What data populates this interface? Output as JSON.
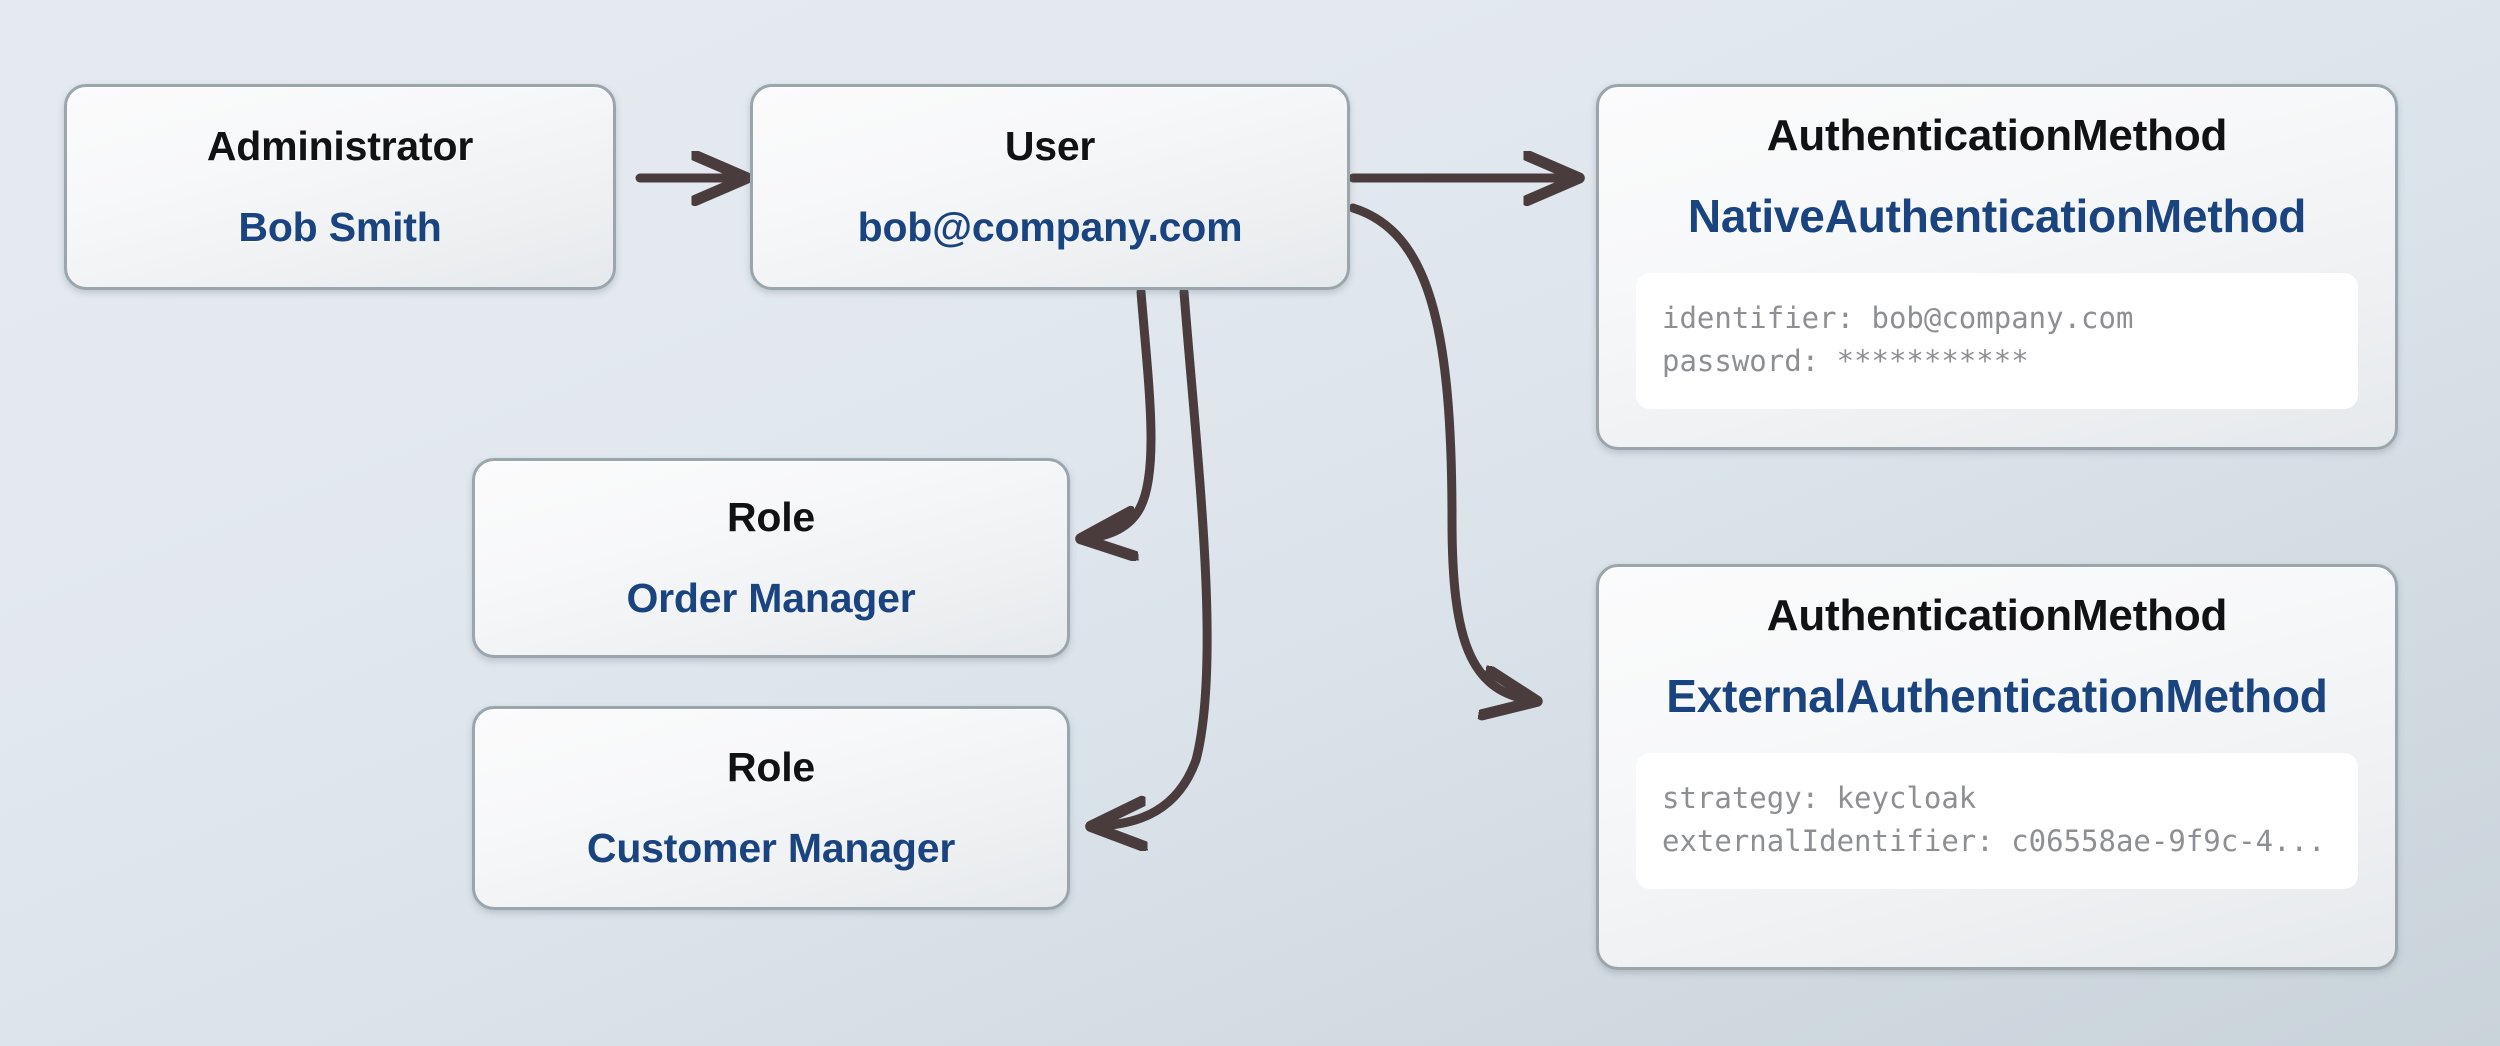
{
  "colors": {
    "background_top": "#e5eaf0",
    "background_bottom": "#c9d3da",
    "node_border": "#9aa5ac",
    "node_type_text": "#101214",
    "node_name_text": "#1a4480",
    "edge_stroke": "#4a3c3c",
    "property_text": "#8d8f92",
    "property_card": "#ffffff"
  },
  "diagram": {
    "type": "entity-relationship",
    "nodes": [
      {
        "id": "administrator",
        "entity_type": "Administrator",
        "name": "Bob Smith"
      },
      {
        "id": "user",
        "entity_type": "User",
        "name": "bob@company.com"
      },
      {
        "id": "role-order",
        "entity_type": "Role",
        "name": "Order Manager"
      },
      {
        "id": "role-customer",
        "entity_type": "Role",
        "name": "Customer Manager"
      },
      {
        "id": "auth-native",
        "entity_type": "AuthenticationMethod",
        "name": "NativeAuthenticationMethod",
        "properties": [
          "identifier: bob@company.com",
          "password: ***********"
        ]
      },
      {
        "id": "auth-external",
        "entity_type": "AuthenticationMethod",
        "name": "ExternalAuthenticationMethod",
        "properties": [
          "strategy: keycloak",
          "externalIdentifier: c06558ae-9f9c-4..."
        ]
      }
    ],
    "edges": [
      {
        "id": "administrator-to-user",
        "from": "administrator",
        "to": "user",
        "shape": "straight"
      },
      {
        "id": "user-to-auth-native",
        "from": "user",
        "to": "auth-native",
        "shape": "straight"
      },
      {
        "id": "user-to-auth-external",
        "from": "user",
        "to": "auth-external",
        "shape": "curved"
      },
      {
        "id": "user-to-role-order",
        "from": "user",
        "to": "role-order",
        "shape": "curved"
      },
      {
        "id": "user-to-role-customer",
        "from": "user",
        "to": "role-customer",
        "shape": "curved"
      }
    ]
  }
}
